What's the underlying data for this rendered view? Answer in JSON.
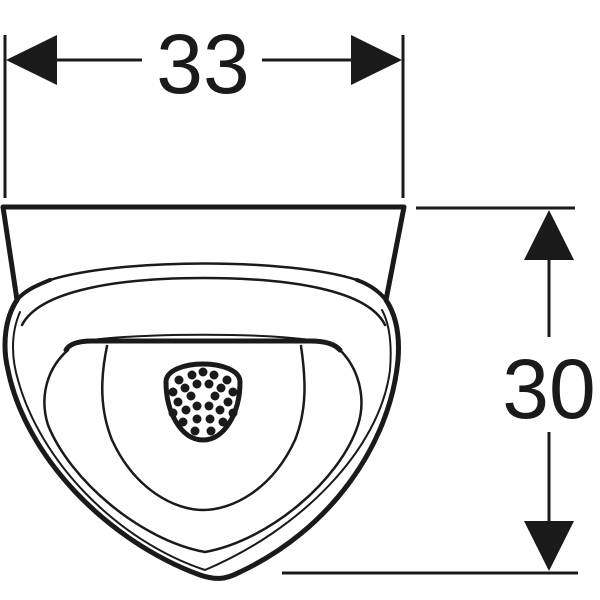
{
  "diagram": {
    "subject": "urinal front view",
    "stroke_color": "#1a1a1a",
    "background_color": "#ffffff",
    "dimensions": {
      "width": {
        "label": "33",
        "orientation": "horizontal"
      },
      "height": {
        "label": "30",
        "orientation": "vertical"
      }
    },
    "parts": [
      {
        "name": "top-rim"
      },
      {
        "name": "outer-bowl"
      },
      {
        "name": "inner-bowl"
      },
      {
        "name": "flush-spreader"
      },
      {
        "name": "drain-strainer"
      }
    ]
  }
}
